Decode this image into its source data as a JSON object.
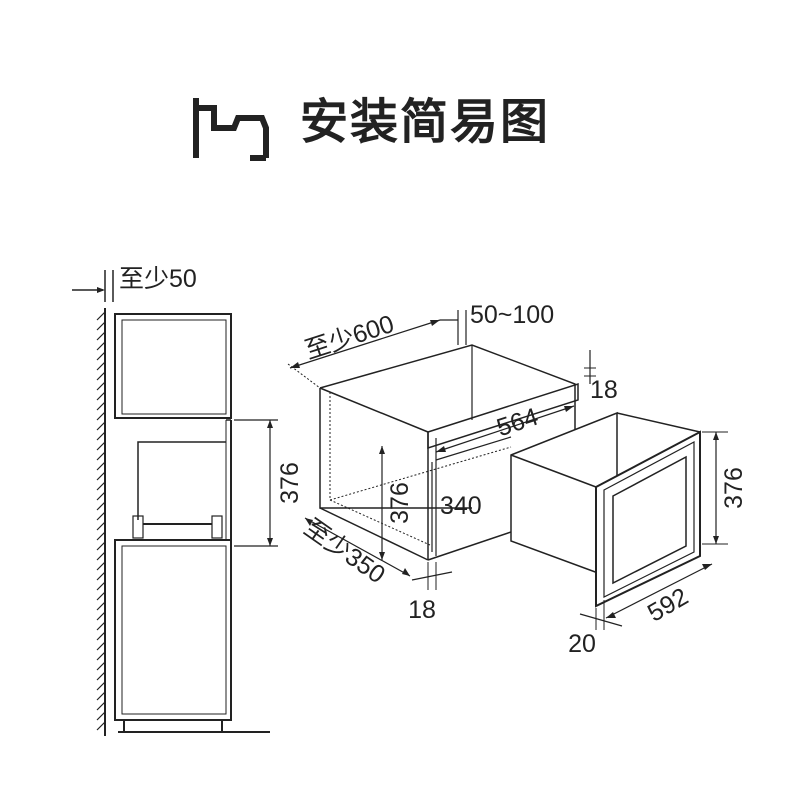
{
  "header": {
    "title": "安装简易图",
    "logo_icon": "installation-bracket-icon",
    "color": "#222222"
  },
  "side_view": {
    "gap_label": "至少50",
    "height_label": "376"
  },
  "cabinet": {
    "width_label": "至少600",
    "depth_label": "至少350",
    "vent_label": "50~100",
    "top_label": "18",
    "inner_width_label": "564",
    "height_label": "376",
    "inner_height_label": "340",
    "bottom_label": "18"
  },
  "appliance": {
    "height_label": "376",
    "width_label": "592",
    "frame_label": "20"
  }
}
